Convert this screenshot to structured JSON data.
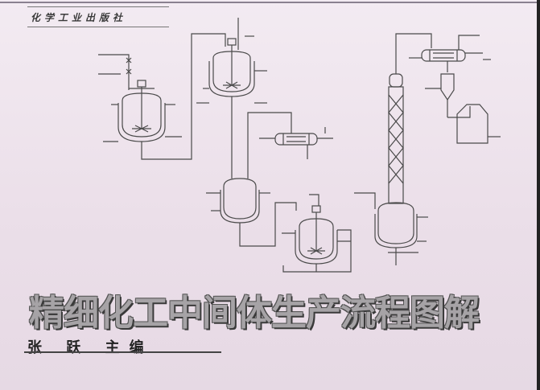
{
  "cover": {
    "publisher": "化学工业出版社",
    "title": "精细化工中间体生产流程图解",
    "editor": "张 跃 主编"
  },
  "colors": {
    "background": "#eee3ec",
    "line": "#4a4a4a",
    "title_fill": "#a6a3a6",
    "title_outline": "#3a3a3a"
  }
}
